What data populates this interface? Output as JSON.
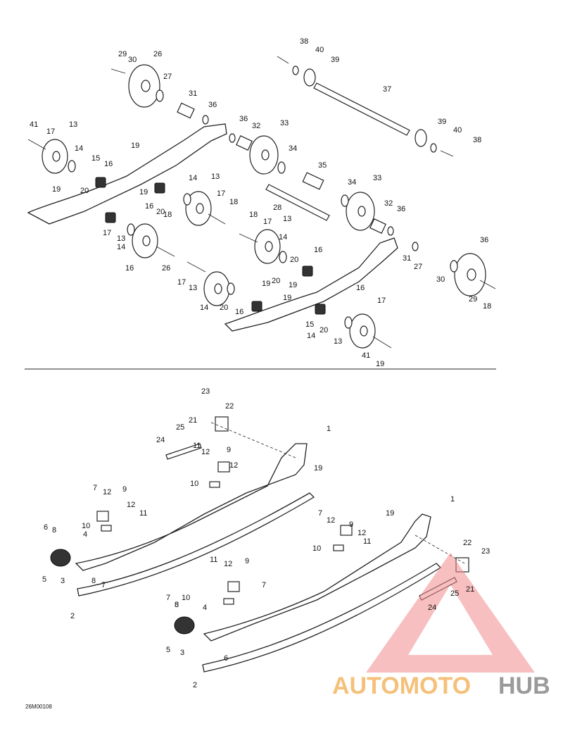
{
  "drawing_code": "26M00108",
  "watermark": {
    "text_left": "AUTOMOTO",
    "text_right": "HUB",
    "color_left": "#f5c07a",
    "color_right": "#9a9a9a",
    "logo_color": "#f08a8a"
  },
  "top_labels": [
    "29",
    "30",
    "26",
    "27",
    "31",
    "36",
    "38",
    "40",
    "39",
    "37",
    "36",
    "32",
    "33",
    "39",
    "40",
    "38",
    "41",
    "17",
    "13",
    "14",
    "15",
    "16",
    "19",
    "34",
    "35",
    "19",
    "20",
    "19",
    "16",
    "20",
    "14",
    "13",
    "17",
    "18",
    "28",
    "34",
    "33",
    "32",
    "36",
    "16",
    "20",
    "14",
    "13",
    "17",
    "18",
    "18",
    "17",
    "13",
    "14",
    "16",
    "26",
    "36",
    "31",
    "27",
    "30",
    "29",
    "18",
    "17",
    "13",
    "14",
    "20",
    "16",
    "19",
    "20",
    "19",
    "19",
    "16",
    "15",
    "20",
    "14",
    "13",
    "17",
    "41",
    "19"
  ],
  "bottom_labels": [
    "23",
    "22",
    "21",
    "25",
    "24",
    "11",
    "12",
    "9",
    "12",
    "1",
    "19",
    "10",
    "7",
    "12",
    "9",
    "12",
    "11",
    "6",
    "8",
    "10",
    "4",
    "5",
    "3",
    "8",
    "7",
    "2",
    "7",
    "19",
    "12",
    "9",
    "12",
    "11",
    "1",
    "10",
    "22",
    "23",
    "11",
    "12",
    "9",
    "7",
    "10",
    "8",
    "4",
    "21",
    "25",
    "24",
    "7",
    "8",
    "5",
    "3",
    "6",
    "2"
  ]
}
